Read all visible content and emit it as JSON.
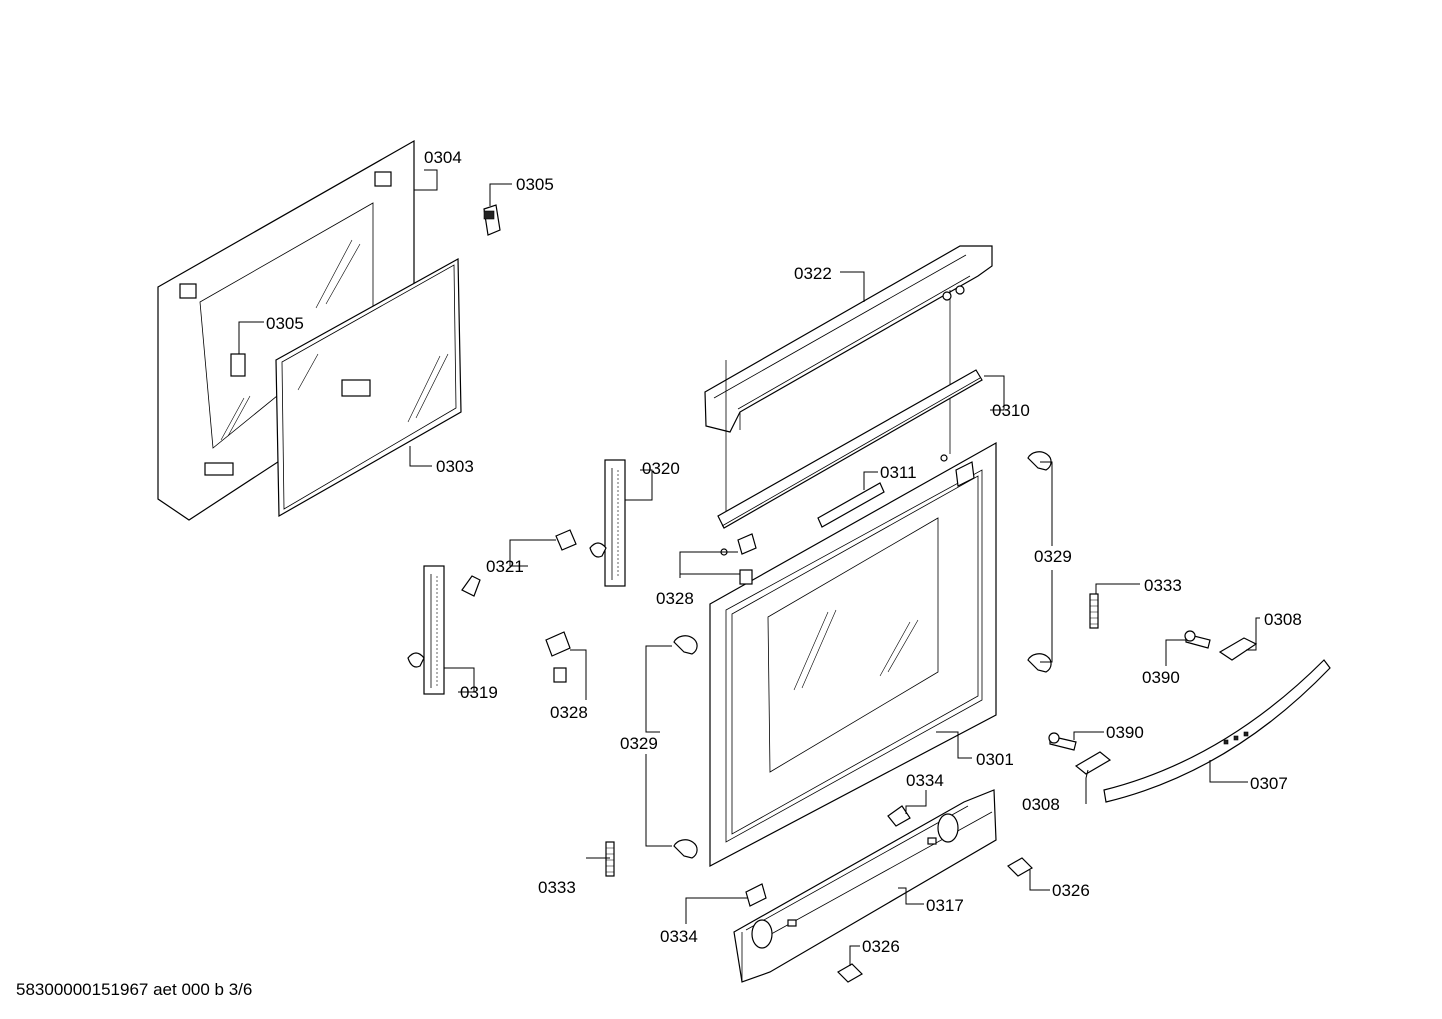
{
  "labels": {
    "l0304": "0304",
    "l0305a": "0305",
    "l0305b": "0305",
    "l0303": "0303",
    "l0322": "0322",
    "l0310": "0310",
    "l0320": "0320",
    "l0311": "0311",
    "l0321": "0321",
    "l0328a": "0328",
    "l0328b": "0328",
    "l0319": "0319",
    "l0329a": "0329",
    "l0329b": "0329",
    "l0333a": "0333",
    "l0333b": "0333",
    "l0308a": "0308",
    "l0308b": "0308",
    "l0390a": "0390",
    "l0390b": "0390",
    "l0301": "0301",
    "l0307": "0307",
    "l0334a": "0334",
    "l0334b": "0334",
    "l0317": "0317",
    "l0326a": "0326",
    "l0326b": "0326"
  },
  "footer": "58300000151967 aet 000 b 3/6"
}
